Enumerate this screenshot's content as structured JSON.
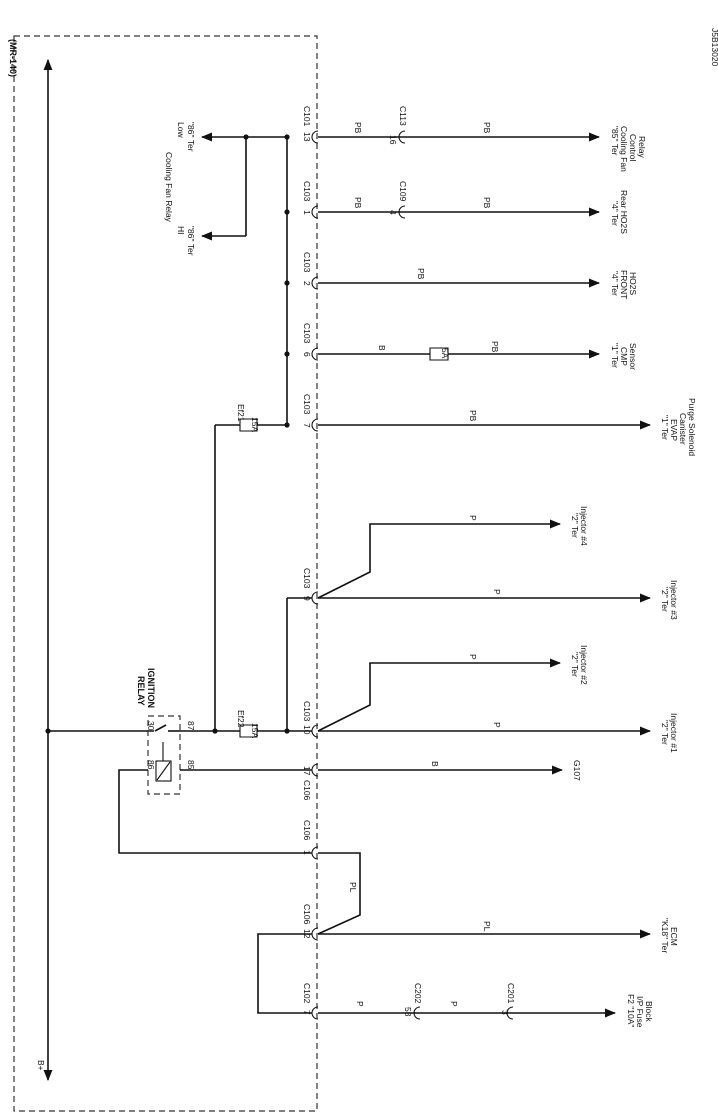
{
  "figure_code": "J5B13020",
  "module_label": "(MR-140)",
  "power_label": "B+",
  "ignition_relay": {
    "title_line1": "IGNITION",
    "title_line2": "RELAY",
    "pin30": "30",
    "pin87": "87",
    "pin86": "86",
    "pin85": "85"
  },
  "fuses": [
    {
      "id": "Ef21",
      "rating": "15A"
    },
    {
      "id": "Ef22",
      "rating": "15A"
    },
    {
      "id": "",
      "rating": "5A"
    }
  ],
  "connectors": {
    "c101_13": {
      "name": "C101",
      "pin": "13"
    },
    "c103_1": {
      "name": "C103",
      "pin": "1"
    },
    "c103_2": {
      "name": "C103",
      "pin": "2"
    },
    "c103_6": {
      "name": "C103",
      "pin": "6"
    },
    "c103_7": {
      "name": "C103",
      "pin": "7"
    },
    "c103_9": {
      "name": "C103",
      "pin": "9"
    },
    "c103_10": {
      "name": "C103",
      "pin": "10"
    },
    "c106_17": {
      "name": "C106",
      "pin": "17"
    },
    "c106_1": {
      "name": "C106",
      "pin": "1"
    },
    "c106_12": {
      "name": "C106",
      "pin": "12"
    },
    "c102_7": {
      "name": "C102",
      "pin": "7"
    },
    "c113_16": {
      "name": "C113",
      "pin": "16"
    },
    "c109_4": {
      "name": "C109",
      "pin": "4"
    },
    "c202_58": {
      "name": "C202",
      "pin": "58"
    },
    "c201_3": {
      "name": "C201",
      "pin": "3"
    }
  },
  "wire_colors": {
    "pb": "PB",
    "b": "B",
    "p": "P",
    "pl": "PL"
  },
  "components": {
    "cooling_fan_relay": {
      "title": "Cooling Fan Relay",
      "low_1": "Low",
      "low_2": "\"86\" Ter",
      "hi_1": "HI",
      "hi_2": "\"86\" Ter"
    },
    "fan_control_relay": {
      "l1": "\"85\" Ter",
      "l2": "Cooling Fan",
      "l3": "Control",
      "l4": "Relay"
    },
    "rear_ho2s": {
      "l1": "\"4\" Ter",
      "l2": "Rear HO2S"
    },
    "front_ho2s": {
      "l1": "\"4\" Ter",
      "l2": "FRONT",
      "l3": "HO2S"
    },
    "cmp_sensor": {
      "l1": "\"1\" Ter",
      "l2": "CMP",
      "l3": "Sensor"
    },
    "evap": {
      "l1": "\"1\" Ter",
      "l2": "EVAP",
      "l3": "Canister",
      "l4": "Purge Solenoid"
    },
    "inj4": {
      "l1": "\"2\" Ter",
      "l2": "Injector #4"
    },
    "inj3": {
      "l1": "\"2\" Ter",
      "l2": "Injector #3"
    },
    "inj2": {
      "l1": "\"2\" Ter",
      "l2": "Injector #2"
    },
    "inj1": {
      "l1": "\"2\" Ter",
      "l2": "Injector #1"
    },
    "g107": {
      "l1": "G107"
    },
    "ecm": {
      "l1": "\"K18\" Ter",
      "l2": "ECM"
    },
    "fuse_block": {
      "l1": "F2 \"10A\"",
      "l2": "I/P Fuse",
      "l3": "Block"
    }
  }
}
